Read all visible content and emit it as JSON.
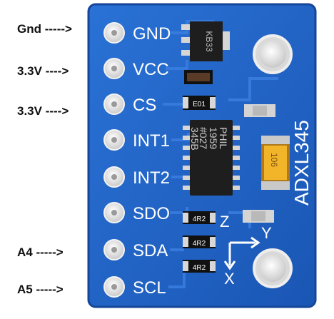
{
  "annotations": {
    "gnd": "Gnd ----->",
    "vcc": "3.3V ---->",
    "cs": "3.3V ---->",
    "sda": "A4 ----->",
    "scl": "A5 ----->"
  },
  "board": {
    "pins": [
      "GND",
      "VCC",
      "CS",
      "INT1",
      "INT2",
      "SDO",
      "SDA",
      "SCL"
    ],
    "name": "ADXL345",
    "chip_marking": [
      "PHIL",
      "1959",
      "#027",
      "345B"
    ],
    "regulator_marking": "KB33",
    "capacitor_marking": "106",
    "small_parts": {
      "e01": "E01",
      "r1": "4R2",
      "r2": "4R2",
      "r3": "4R2"
    },
    "axes": {
      "x": "X",
      "y": "Y",
      "z": "Z"
    }
  },
  "colors": {
    "board": "#1f62c4",
    "board_edge": "#15469a",
    "trace": "#3a7ee0",
    "pad": "#e8e8e8",
    "chip": "#1e1e1e",
    "text": "#111111"
  }
}
